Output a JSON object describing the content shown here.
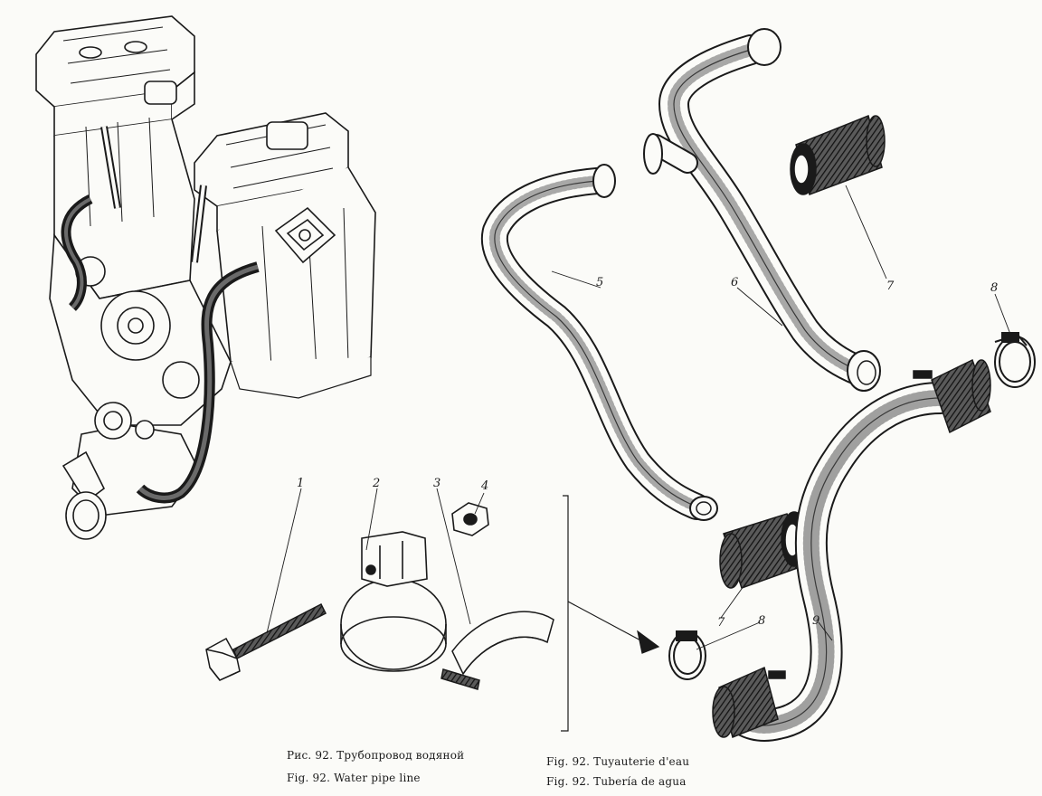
{
  "figure": {
    "captions": {
      "ru": "Рис. 92. Трубопровод водяной",
      "en": "Fig. 92. Water pipe line",
      "fr": "Fig. 92. Tuyauterie d'eau",
      "es": "Fig. 92. Tubería de agua"
    },
    "callouts": [
      "1",
      "2",
      "3",
      "4",
      "5",
      "6",
      "7",
      "8",
      "9"
    ],
    "ink_color": "#1a1a1a",
    "paper_color": "#fbfbf8"
  }
}
